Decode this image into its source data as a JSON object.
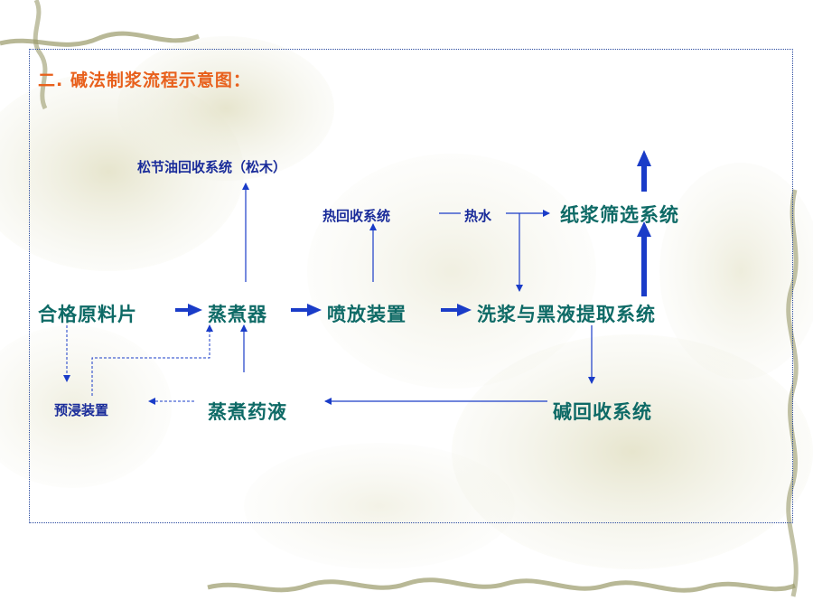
{
  "title": "二. 碱法制浆流程示意图：",
  "nodes": {
    "pine_oil": "松节油回收系统（松木）",
    "heat_recovery": "热回收系统",
    "hot_water": "热水",
    "screening": "纸浆筛选系统",
    "chips": "合格原料片",
    "digester": "蒸煮器",
    "blow": "喷放装置",
    "washing": "洗浆与黑液提取系统",
    "presoak": "预浸装置",
    "cooking_liquor": "蒸煮药液",
    "alkali_recovery": "碱回收系统"
  },
  "colors": {
    "title": "#e8601c",
    "node_teal": "#0e6a66",
    "node_blue": "#1a2c9a",
    "arrow": "#1a3cc8",
    "frame": "#2a4aa0"
  }
}
